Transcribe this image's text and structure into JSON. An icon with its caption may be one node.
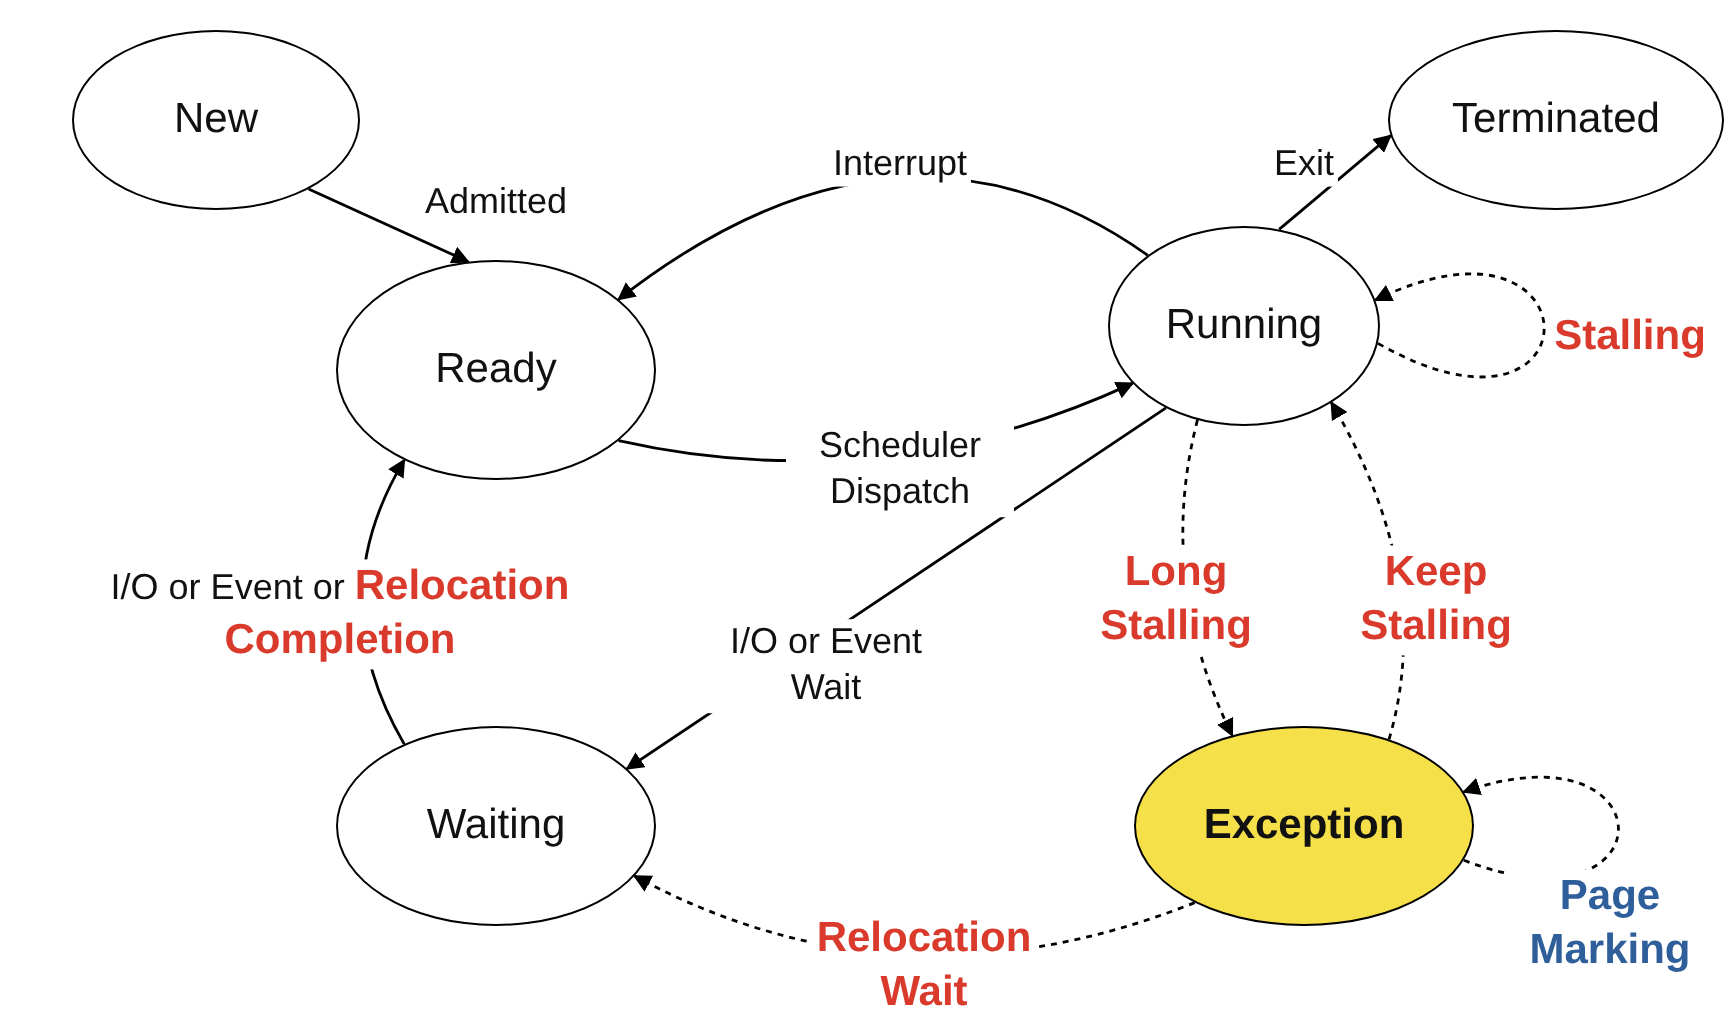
{
  "diagram": {
    "nodes": [
      {
        "text": [
          "New"
        ]
      },
      {
        "text": [
          "Terminated"
        ]
      },
      {
        "text": [
          "Ready"
        ]
      },
      {
        "text": [
          "Running"
        ]
      },
      {
        "text": [
          "Waiting"
        ]
      },
      {
        "text": [
          "Exception"
        ]
      }
    ],
    "edges": [
      {
        "from": 0,
        "to": 2,
        "arrow": "to",
        "label": "Admitted"
      },
      {
        "from": 3,
        "to": 2,
        "arrow": "to",
        "label": "Interrupt"
      },
      {
        "from": 3,
        "to": 1,
        "arrow": "to",
        "label": "Exit"
      },
      {
        "from": 3,
        "to": 3,
        "arrow": "to",
        "label": "Stalling",
        "style": "dashed"
      },
      {
        "from": 2,
        "to": 3,
        "arrow": "to",
        "label": "Scheduler Dispatch"
      },
      {
        "from": 3,
        "to": 4,
        "arrow": "to",
        "label": "I/O or Event Wait"
      },
      {
        "from": 4,
        "to": 2,
        "arrow": "to",
        "label": "I/O or Event or **Relocation Completion**"
      },
      {
        "from": 3,
        "to": 5,
        "arrow": "to",
        "label": "Long Stalling",
        "style": "dashed"
      },
      {
        "from": 5,
        "to": 3,
        "arrow": "to",
        "label": "Keep Stalling",
        "style": "dashed"
      },
      {
        "from": 5,
        "to": 4,
        "arrow": "to",
        "label": "Relocation Wait",
        "style": "dashed"
      },
      {
        "from": 5,
        "to": 5,
        "arrow": "to",
        "label": "Page Marking",
        "style": "dashed"
      }
    ]
  }
}
